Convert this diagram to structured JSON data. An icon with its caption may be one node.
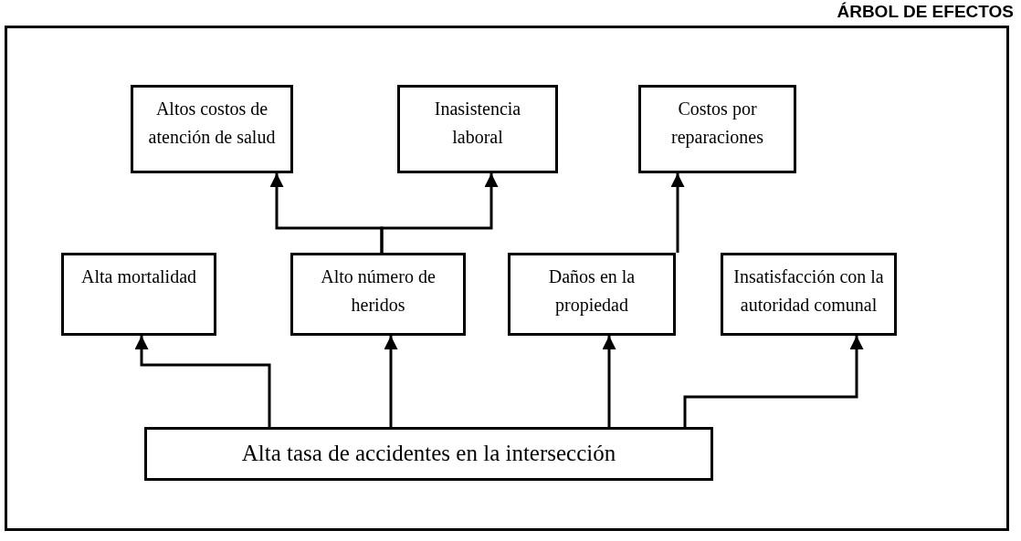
{
  "diagram": {
    "title": "ÁRBOL DE EFECTOS",
    "nodes": [
      {
        "text": [
          "Altos costos de atención de salud"
        ]
      },
      {
        "text": [
          "Inasistencia laboral"
        ]
      },
      {
        "text": [
          "Costos por reparaciones"
        ]
      },
      {
        "text": [
          "Alta mortalidad"
        ]
      },
      {
        "text": [
          "Alto número de heridos"
        ]
      },
      {
        "text": [
          "Daños en la propiedad"
        ]
      },
      {
        "text": [
          "Insatisfacción con la autoridad comunal"
        ]
      },
      {
        "text": [
          "Alta tasa de accidentes en la intersección"
        ]
      }
    ],
    "edges": [
      {
        "from": 7,
        "to": 3,
        "arrow": "to"
      },
      {
        "from": 7,
        "to": 4,
        "arrow": "to"
      },
      {
        "from": 7,
        "to": 5,
        "arrow": "to"
      },
      {
        "from": 7,
        "to": 6,
        "arrow": "to"
      },
      {
        "from": 4,
        "to": 0,
        "arrow": "to"
      },
      {
        "from": 4,
        "to": 1,
        "arrow": "to"
      },
      {
        "from": 5,
        "to": 2,
        "arrow": "to"
      }
    ]
  }
}
